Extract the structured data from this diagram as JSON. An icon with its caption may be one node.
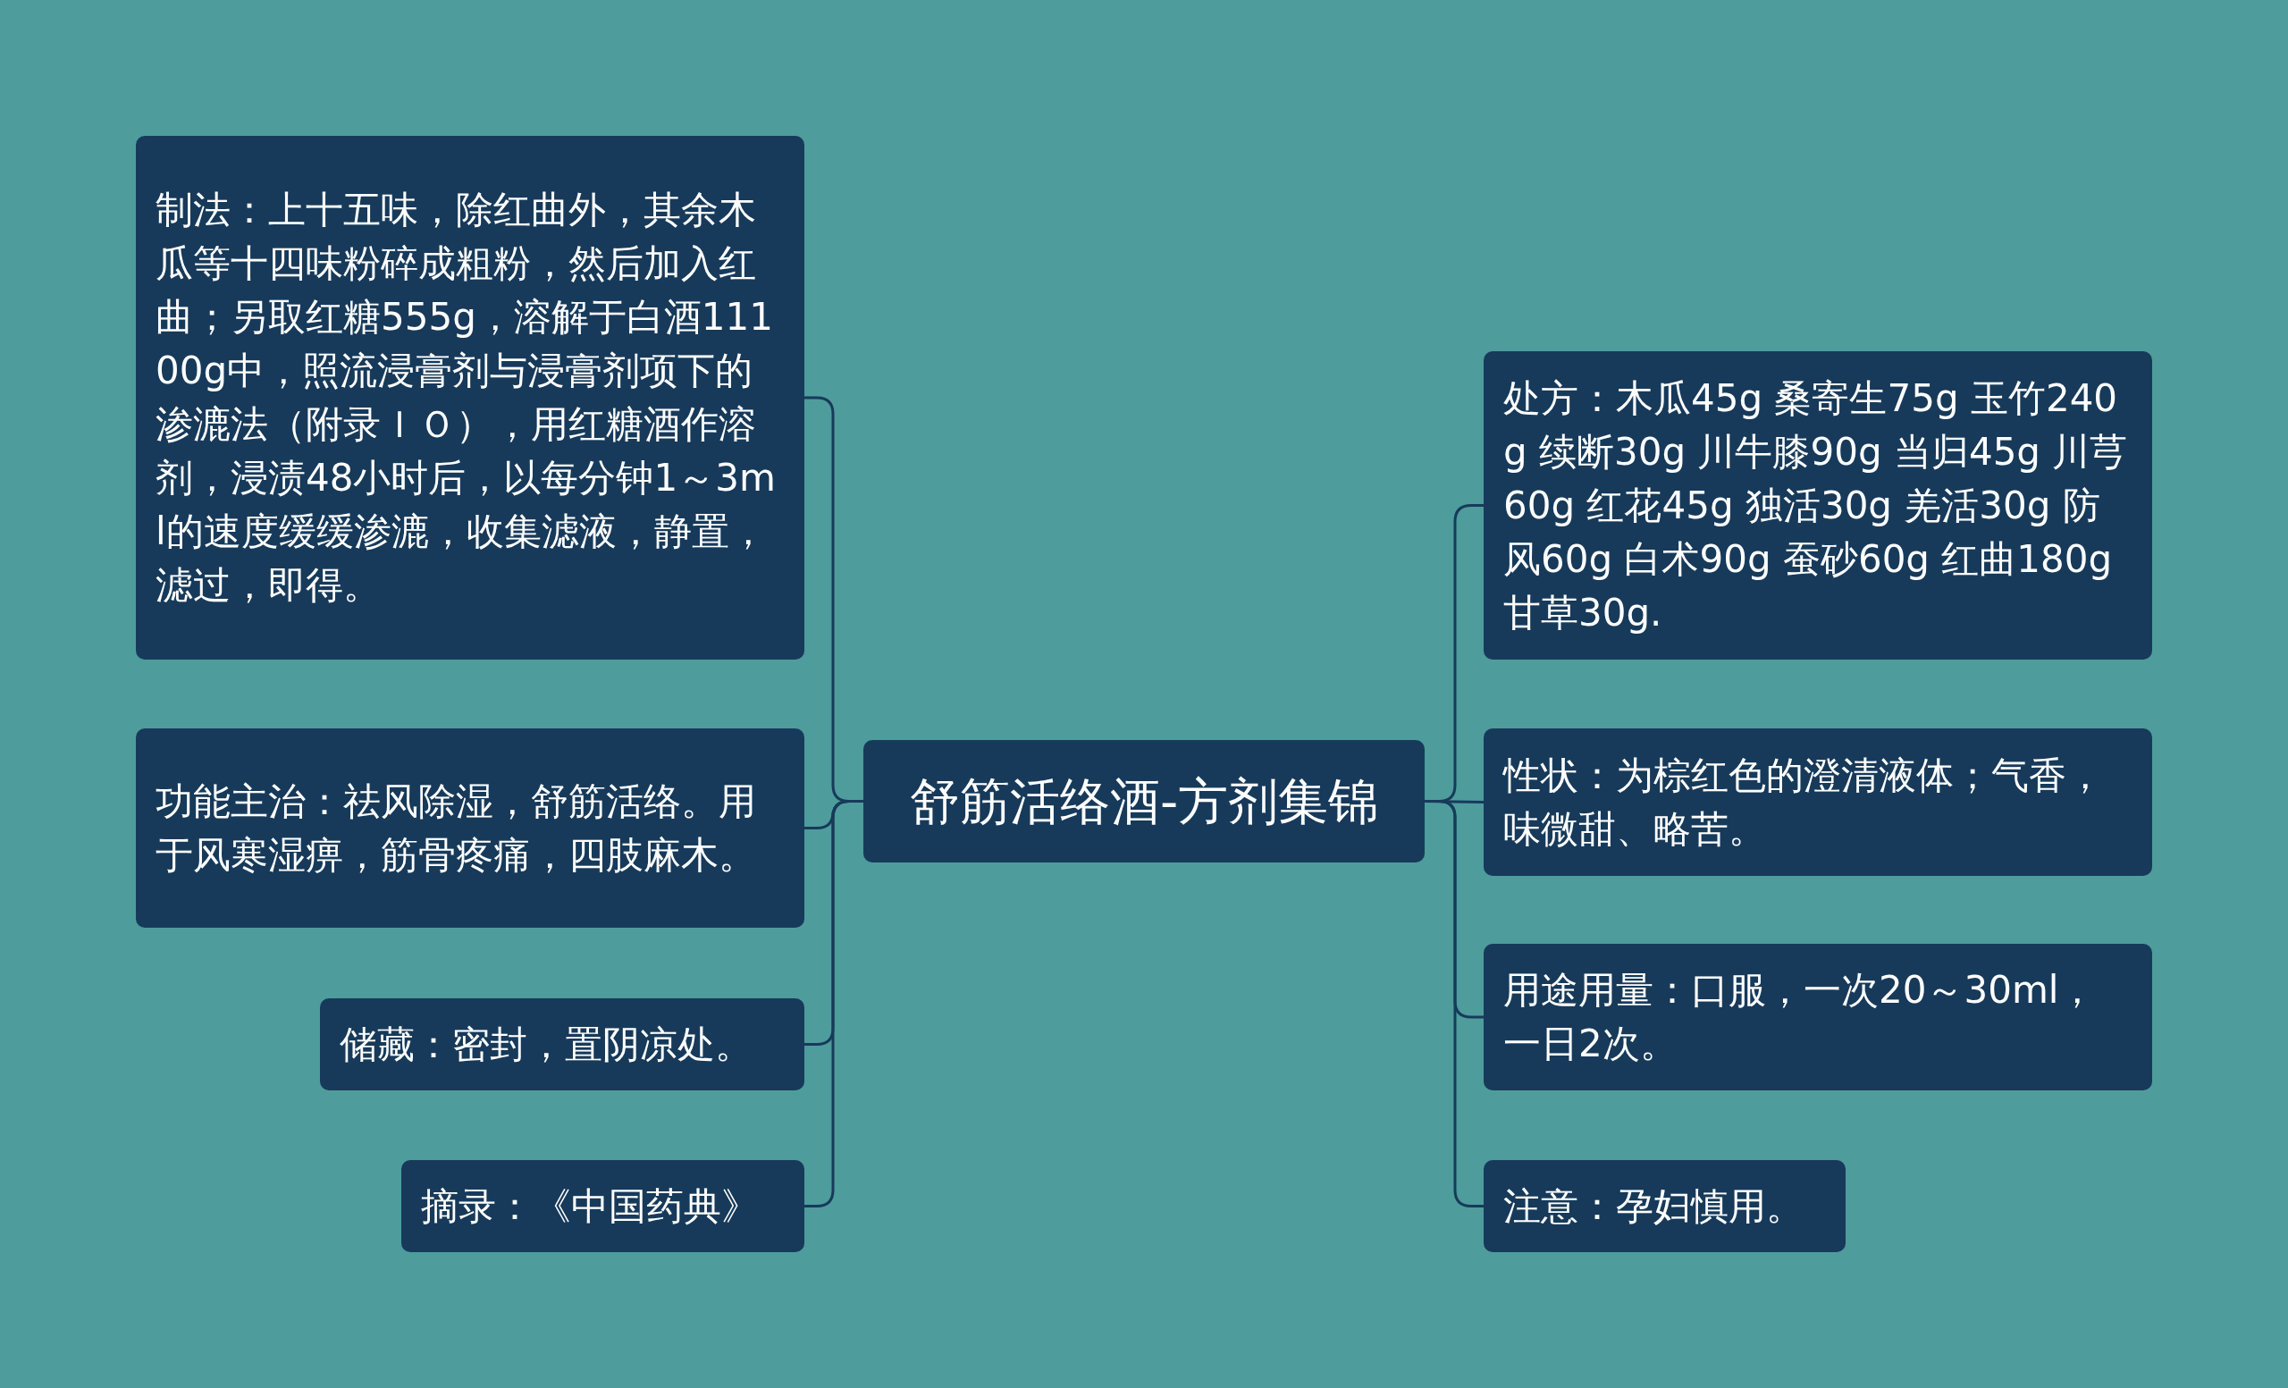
{
  "diagram": {
    "nodes": [
      {
        "text": [
          "舒筋活络酒-方剂集锦"
        ]
      },
      {
        "text": [
          "制法：上十五味，除红曲外，其余木瓜等十四味粉碎成粗粉，然后加入红曲；另取红糖555g，溶解于白酒11100g中，照流浸膏剂与浸膏剂项下的渗漉法（附录ＩＯ），用红糖酒作溶剂，浸渍48小时后，以每分钟1～3ml的速度缓缓渗漉，收集滤液，静置，滤过，即得。"
        ]
      },
      {
        "text": [
          "功能主治：祛风除湿，舒筋活络。用于风寒湿痹，筋骨疼痛，四肢麻木。"
        ]
      },
      {
        "text": [
          "储藏：密封，置阴凉处。"
        ]
      },
      {
        "text": [
          "摘录：《中国药典》"
        ]
      },
      {
        "text": [
          "处方：木瓜45g 桑寄生75g 玉竹240g 续断30g 川牛膝90g 当归45g 川芎60g 红花45g 独活30g 羌活30g 防风60g 白术90g 蚕砂60g 红曲180g 甘草30g."
        ]
      },
      {
        "text": [
          "性状：为棕红色的澄清液体；气香，味微甜、略苦。"
        ]
      },
      {
        "text": [
          "用途用量：口服，一次20～30ml，一日2次。"
        ]
      },
      {
        "text": [
          "注意：孕妇慎用。"
        ]
      }
    ],
    "edges": [
      {
        "from": 0,
        "to": 1,
        "arrow": "none"
      },
      {
        "from": 0,
        "to": 2,
        "arrow": "none"
      },
      {
        "from": 0,
        "to": 3,
        "arrow": "none"
      },
      {
        "from": 0,
        "to": 4,
        "arrow": "none"
      },
      {
        "from": 0,
        "to": 5,
        "arrow": "none"
      },
      {
        "from": 0,
        "to": 6,
        "arrow": "none"
      },
      {
        "from": 0,
        "to": 7,
        "arrow": "none"
      },
      {
        "from": 0,
        "to": 8,
        "arrow": "none"
      }
    ]
  }
}
